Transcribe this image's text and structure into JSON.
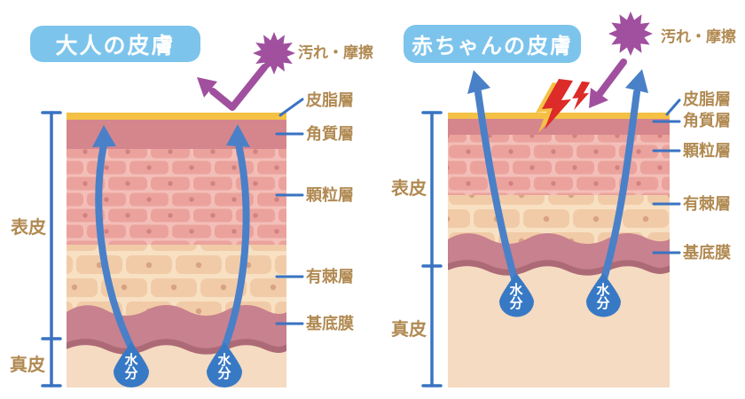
{
  "diagram": {
    "panels": [
      {
        "id": "adult",
        "title": "大人の皮膚",
        "hazard_label": "汚れ・摩擦",
        "epidermis_label": "表皮",
        "dermis_label": "真皮",
        "moisture_label": "水分",
        "layer_labels": [
          "皮脂層",
          "角質層",
          "顆粒層",
          "有棘層",
          "基底膜"
        ]
      },
      {
        "id": "baby",
        "title": "赤ちゃんの皮膚",
        "hazard_label": "汚れ・摩擦",
        "epidermis_label": "表皮",
        "dermis_label": "真皮",
        "moisture_label": "水分",
        "layer_labels": [
          "皮脂層",
          "角質層",
          "顆粒層",
          "有棘層",
          "基底膜"
        ]
      }
    ],
    "colors": {
      "title_box_blue": "#7CC4EC",
      "hazard_purple": "#A0509E",
      "arrow_blue": "#4A80C8",
      "bracket_blue": "#3973C2",
      "label_brown": "#B18A52",
      "sebum_yellow": "#F5C145",
      "stratum_corneum_rose": "#D5868C",
      "granular_brick_pink": "#EBA29C",
      "spinous_brick_tan": "#F1CBA7",
      "basement_membrane_rose": "#C8818E",
      "basement_ridge": "#AC6A76",
      "dermis_cream": "#F5DBC2",
      "moisture_drop_blue": "#3879C5",
      "lightning_red": "#DC2B28"
    }
  }
}
